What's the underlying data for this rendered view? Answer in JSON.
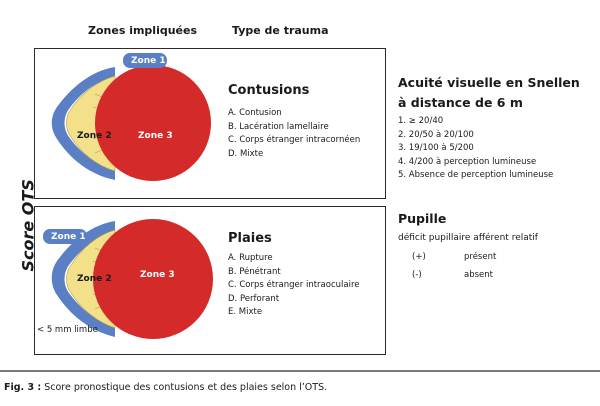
{
  "header": {
    "zones": "Zones impliquées",
    "trauma": "Type de trauma"
  },
  "axis_label": "Score OTS",
  "contusions": {
    "title": "Contusions",
    "items": [
      "A. Contusion",
      "B. Lacération lamellaire",
      "C. Corps étranger intracornéen",
      "D. Mixte"
    ],
    "zones": [
      "Zone 1",
      "Zone 2",
      "Zone 3"
    ]
  },
  "plaies": {
    "title": "Plaies",
    "items": [
      "A. Rupture",
      "B. Pénétrant",
      "C. Corps étranger intraoculaire",
      "D. Perforant",
      "E. Mixte"
    ],
    "zones": [
      "Zone 1",
      "Zone 2",
      "Zone 3"
    ],
    "limbe": "< 5 mm limbe"
  },
  "acuity": {
    "title_line1": "Acuité visuelle en Snellen",
    "title_line2": "à distance de 6 m",
    "items": [
      "1. ≥ 20/40",
      "2. 20/50 à 20/100",
      "3. 19/100 à 5/200",
      "4. 4/200 à perception lumineuse",
      "5. Absence de perception lumineuse"
    ]
  },
  "pupille": {
    "title": "Pupille",
    "subtitle": "déficit pupillaire afférent relatif",
    "rows": [
      {
        "sign": "(+)",
        "label": "présent"
      },
      {
        "sign": "(-)",
        "label": "absent"
      }
    ]
  },
  "caption": {
    "prefix": "Fig. 3 :",
    "text": "Score pronostique des contusions et des plaies selon l’OTS."
  },
  "colors": {
    "zone1": "#5b7fc4",
    "zone2": "#f2e08a",
    "zone3": "#d42a2a"
  }
}
